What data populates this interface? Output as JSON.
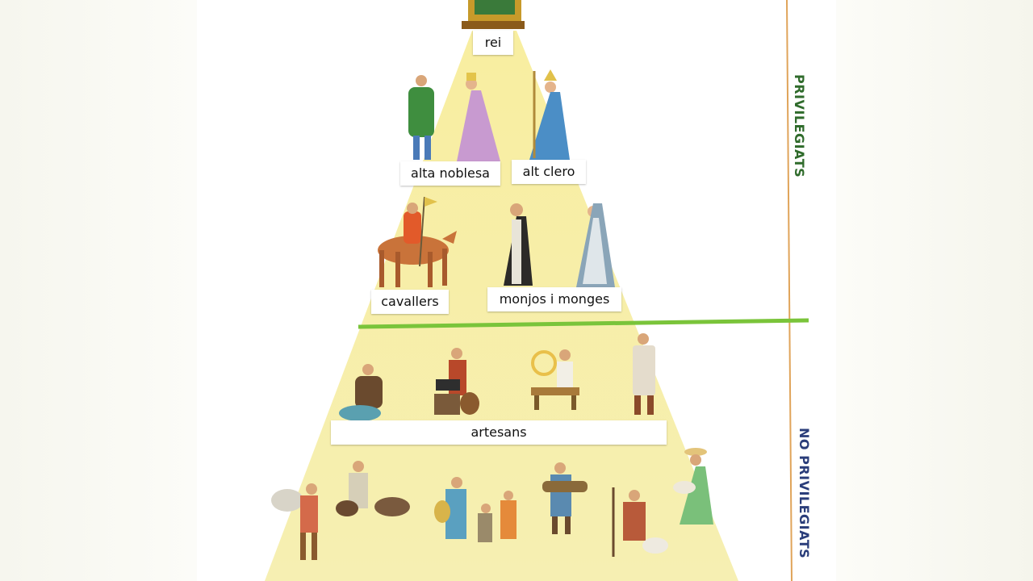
{
  "diagram": {
    "tiers": {
      "king": "rei",
      "high_nobility": "alta noblesa",
      "high_clergy": "alt clero",
      "knights": "cavallers",
      "monks_nuns": "monjos i monges",
      "artisans": "artesans"
    },
    "groups": {
      "privileged": "PRIVILEGIATS",
      "non_privileged": "NO PRIVILEGIATS"
    },
    "colors": {
      "pyramid_fill": "#f7efa6",
      "divider_green": "#7ac43a",
      "axis_orange": "#e0a45a",
      "privileged_text": "#2f6b2b",
      "non_privileged_text": "#2a3d7a"
    }
  }
}
